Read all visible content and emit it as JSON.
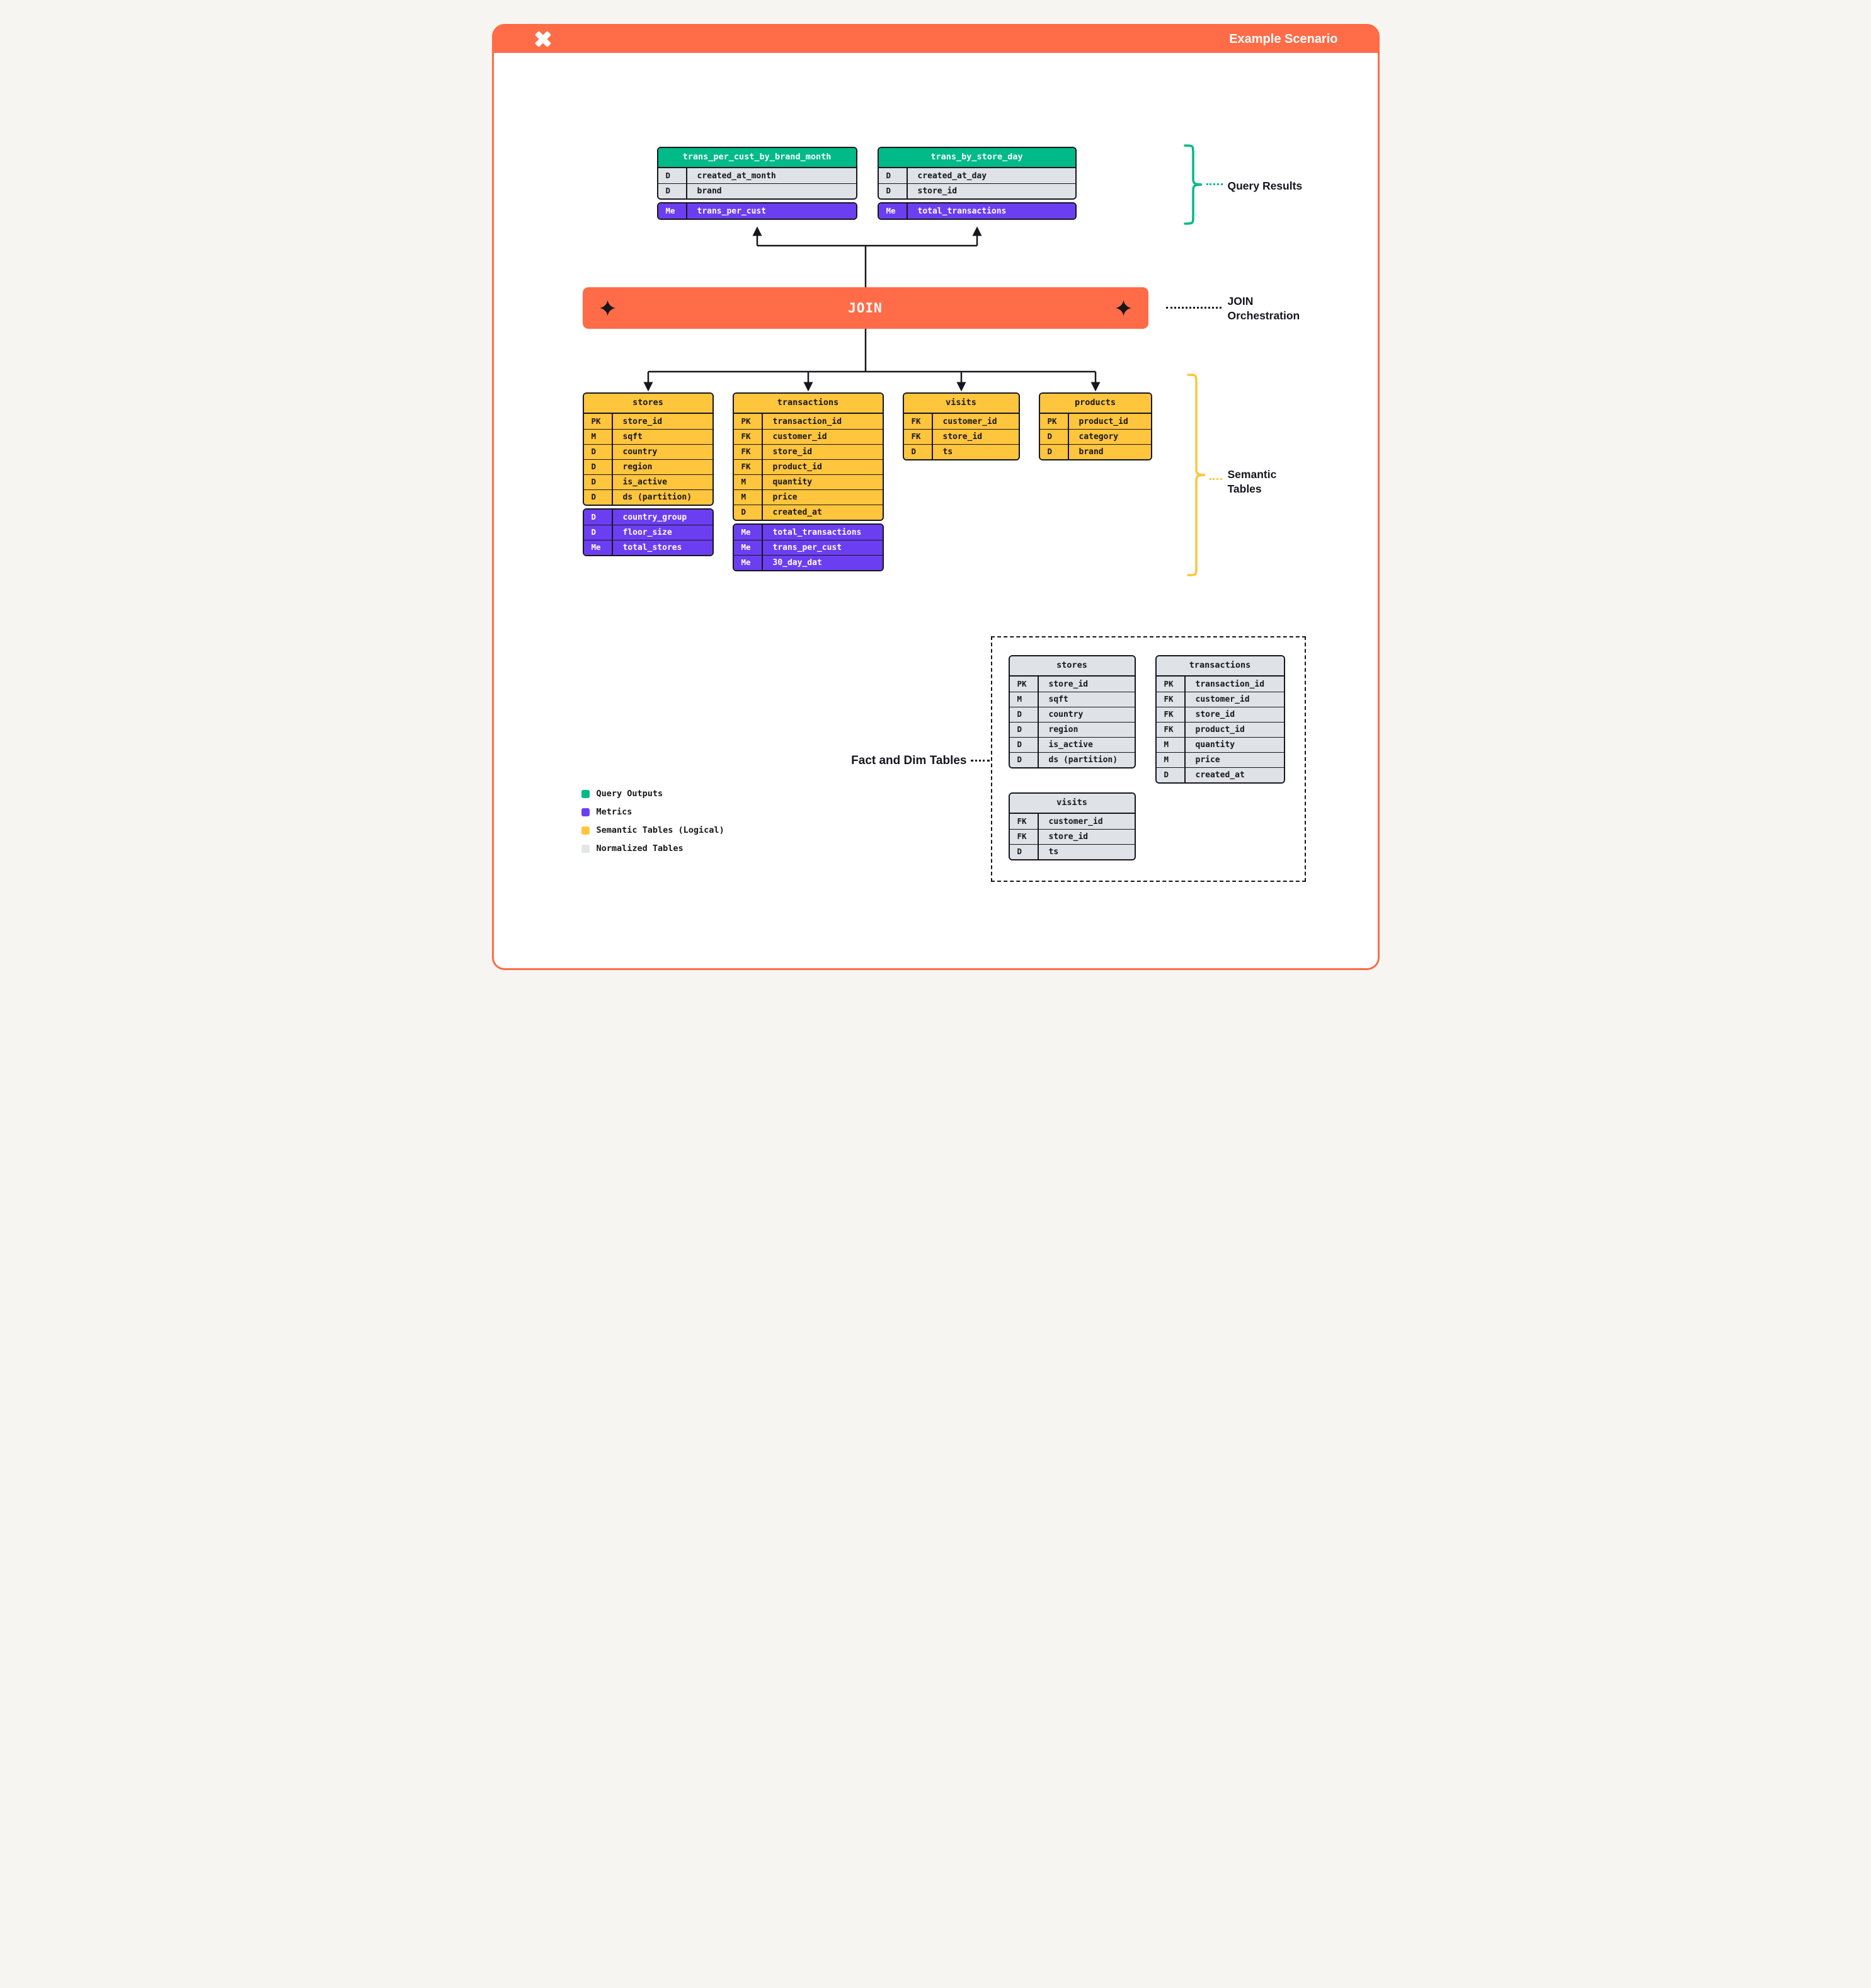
{
  "header": {
    "title": "Example Scenario"
  },
  "join_bar": {
    "label": "JOIN"
  },
  "annotations": {
    "query_results": {
      "label": "Query Results"
    },
    "join_orchestration": {
      "line1": "JOIN",
      "line2": "Orchestration"
    },
    "semantic_tables": {
      "line1": "Semantic",
      "line2": "Tables"
    },
    "fact_dim_tables": {
      "label": "Fact and Dim Tables"
    }
  },
  "query_result_tables": [
    {
      "title": "trans_per_cust_by_brand_month",
      "rows": [
        [
          "D",
          "created_at_month"
        ],
        [
          "D",
          "brand"
        ]
      ],
      "metric_rows": [
        [
          "Me",
          "trans_per_cust"
        ]
      ]
    },
    {
      "title": "trans_by_store_day",
      "rows": [
        [
          "D",
          "created_at_day"
        ],
        [
          "D",
          "store_id"
        ]
      ],
      "metric_rows": [
        [
          "Me",
          "total_transactions"
        ]
      ]
    }
  ],
  "semantic_tables": [
    {
      "title": "stores",
      "rows": [
        [
          "PK",
          "store_id"
        ],
        [
          "M",
          "sqft"
        ],
        [
          "D",
          "country"
        ],
        [
          "D",
          "region"
        ],
        [
          "D",
          "is_active"
        ],
        [
          "D",
          "ds (partition)"
        ]
      ],
      "metric_rows": [
        [
          "D",
          "country_group"
        ],
        [
          "D",
          "floor_size"
        ],
        [
          "Me",
          "total_stores"
        ]
      ]
    },
    {
      "title": "transactions",
      "rows": [
        [
          "PK",
          "transaction_id"
        ],
        [
          "FK",
          "customer_id"
        ],
        [
          "FK",
          "store_id"
        ],
        [
          "FK",
          "product_id"
        ],
        [
          "M",
          "quantity"
        ],
        [
          "M",
          "price"
        ],
        [
          "D",
          "created_at"
        ]
      ],
      "metric_rows": [
        [
          "Me",
          "total_transactions"
        ],
        [
          "Me",
          "trans_per_cust"
        ],
        [
          "Me",
          "30_day_dat"
        ]
      ]
    },
    {
      "title": "visits",
      "rows": [
        [
          "FK",
          "customer_id"
        ],
        [
          "FK",
          "store_id"
        ],
        [
          "D",
          "ts"
        ]
      ],
      "metric_rows": []
    },
    {
      "title": "products",
      "rows": [
        [
          "PK",
          "product_id"
        ],
        [
          "D",
          "category"
        ],
        [
          "D",
          "brand"
        ]
      ],
      "metric_rows": []
    }
  ],
  "normalized_tables": [
    {
      "title": "stores",
      "rows": [
        [
          "PK",
          "store_id"
        ],
        [
          "M",
          "sqft"
        ],
        [
          "D",
          "country"
        ],
        [
          "D",
          "region"
        ],
        [
          "D",
          "is_active"
        ],
        [
          "D",
          "ds (partition)"
        ]
      ]
    },
    {
      "title": "transactions",
      "rows": [
        [
          "PK",
          "transaction_id"
        ],
        [
          "FK",
          "customer_id"
        ],
        [
          "FK",
          "store_id"
        ],
        [
          "FK",
          "product_id"
        ],
        [
          "M",
          "quantity"
        ],
        [
          "M",
          "price"
        ],
        [
          "D",
          "created_at"
        ]
      ]
    },
    {
      "title": "visits",
      "rows": [
        [
          "FK",
          "customer_id"
        ],
        [
          "FK",
          "store_id"
        ],
        [
          "D",
          "ts"
        ]
      ]
    }
  ],
  "legend": [
    {
      "color": "#00BA88",
      "label": "Query Outputs"
    },
    {
      "color": "#6C3EF2",
      "label": "Metrics"
    },
    {
      "color": "#FFC53D",
      "label": "Semantic Tables (Logical)"
    },
    {
      "color": "#E3E5E9",
      "label": "Normalized Tables"
    }
  ],
  "colors": {
    "orange": "#FF6C47",
    "green": "#00BA88",
    "purple": "#6C3EF2",
    "yellow": "#FFC53D",
    "gray_row": "#DFE2E6",
    "ink": "#16161E",
    "page_bg": "#F7F5F1",
    "card_bg": "#FFFFFF"
  }
}
